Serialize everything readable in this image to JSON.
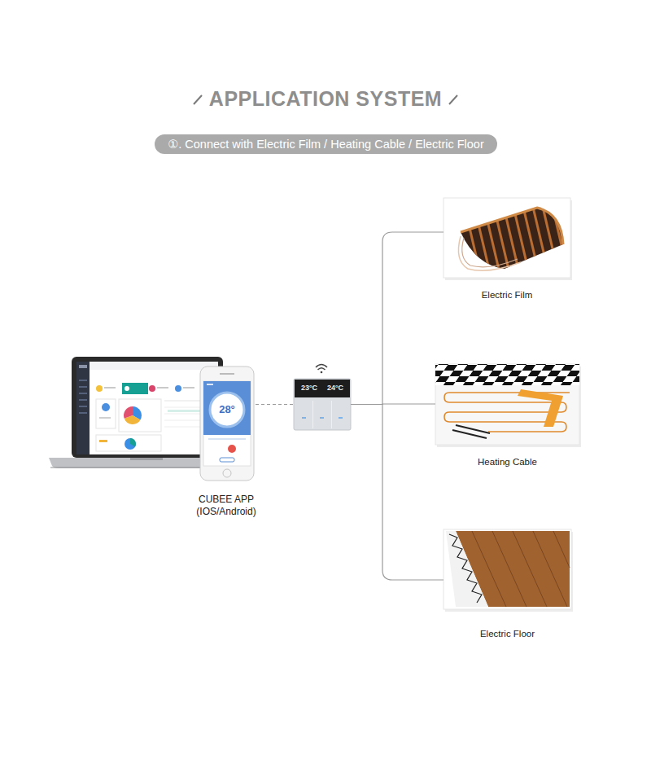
{
  "diagram": {
    "title": "APPLICATION SYSTEM",
    "nodes": [
      {
        "text": [
          "①. Connect with Electric Film / Heating Cable / Electric Floor"
        ]
      },
      {
        "text": [
          "CUBEE APP (IOS/Android)"
        ]
      },
      {
        "text": [
          "23°C",
          "24°C"
        ]
      },
      {
        "text": [
          "Electric Film"
        ]
      },
      {
        "text": [
          "Heating Cable"
        ]
      },
      {
        "text": [
          "Electric Floor"
        ]
      }
    ],
    "edges": [
      {
        "from": 1,
        "to": 2,
        "arrow": "none"
      },
      {
        "from": 2,
        "to": 3,
        "arrow": "none"
      },
      {
        "from": 2,
        "to": 4,
        "arrow": "none"
      },
      {
        "from": 2,
        "to": 5,
        "arrow": "none"
      }
    ],
    "labels": [
      "28°"
    ]
  }
}
